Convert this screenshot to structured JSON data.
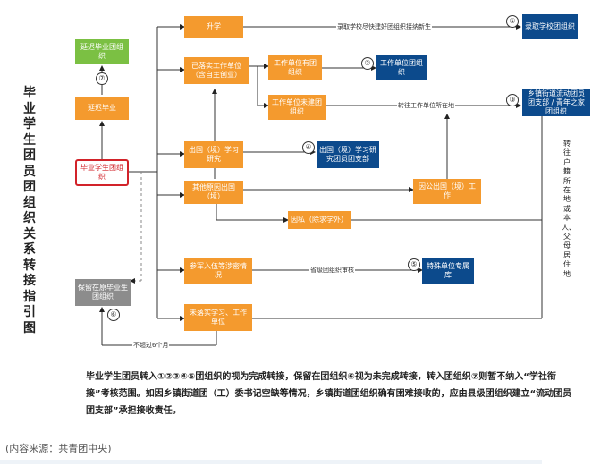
{
  "title_vertical": "毕业学生团员团组织关系转接指引图",
  "nodes": {
    "graduate_org": "毕业学生团组织",
    "delay_graduation": "延迟毕业",
    "delay_grad_org": "延迟毕业团组织",
    "keep_org": "保留在原毕业生团组织",
    "higher_study": "升学",
    "work_unit": "已落实工作单位（含自主创业）",
    "abroad_study": "出国（境）学习研究",
    "public_abroad": "其他原因出国（境）",
    "military": "参军入伍等涉密情况",
    "no_job": "未落实学习、工作单位",
    "unit_has_org": "工作单位有团组织",
    "unit_no_org": "工作单位未建团组织",
    "public_travel": "因公出国（境）工作",
    "private_travel": "因私（除求学外）",
    "admission_school": "录取学校团组织",
    "unit_org": "工作单位团组织",
    "township_org": "乡镇街道流动团员团支部 / 青年之家团组织",
    "abroad_branch": "出国（境）学习研究团员团支部",
    "special_db": "特殊单位专属库"
  },
  "edge_labels": {
    "admission": "录取学校尽快建好团组织接纳新生",
    "transfer_unit": "转往工作单位所在地",
    "provincial_review": "省级团组织审核",
    "no_more_6": "不超过6个月"
  },
  "numbers": [
    "①",
    "②",
    "③",
    "④",
    "⑤",
    "⑥",
    "⑦"
  ],
  "right_side_text": "转往户籍所在地或本人、父母居住地",
  "footnote": "毕业学生团员转入①②③④⑤团组织的视为完成转接，保留在团组织⑥视为未完成转接，转入团组织⑦则暂不纳入“学社衔接”考核范围。如因乡镇街道团（工）委书记空缺等情况，乡镇街道团组织确有困难接收的，应由县级团组织建立“流动团员团支部”承担接收责任。",
  "source": "(内容来源：共青团中央)",
  "colors": {
    "orange": "#f49a2e",
    "blue": "#0c4a8c",
    "green": "#7bc043",
    "gray": "#8c8c8c",
    "red": "#d2232a"
  }
}
